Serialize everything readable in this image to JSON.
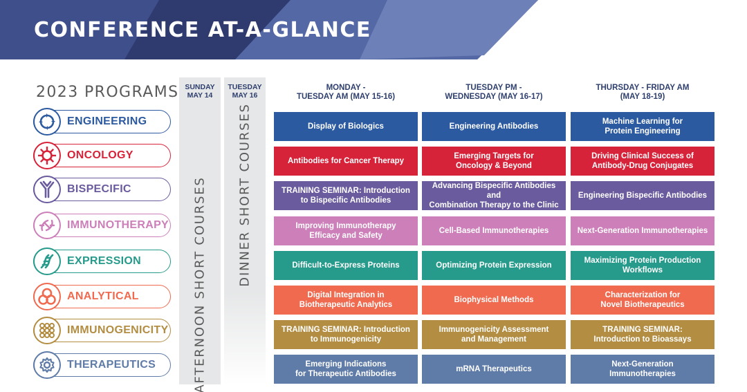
{
  "header": {
    "title": "CONFERENCE AT-A-GLANCE"
  },
  "programs_title": "2023 PROGRAMS",
  "programs": [
    {
      "label": "ENGINEERING",
      "color": "#2c5aa0",
      "icon": "cycle-arrows-icon"
    },
    {
      "label": "ONCOLOGY",
      "color": "#d6233a",
      "icon": "virus-icon"
    },
    {
      "label": "BISPECIFIC",
      "color": "#6a5a9e",
      "icon": "antibody-icon"
    },
    {
      "label": "IMMUNOTHERAPY",
      "color": "#cc7fb9",
      "icon": "immune-cell-icon"
    },
    {
      "label": "EXPRESSION",
      "color": "#269a8b",
      "icon": "dna-strand-icon"
    },
    {
      "label": "ANALYTICAL",
      "color": "#ef6a4f",
      "icon": "rings-icon"
    },
    {
      "label": "IMMUNOGENICITY",
      "color": "#b28d42",
      "icon": "dots-grid-icon"
    },
    {
      "label": "THERAPEUTICS",
      "color": "#5f7ba8",
      "icon": "gear-icon"
    }
  ],
  "short_courses": [
    {
      "heading_line1": "SUNDAY",
      "heading_line2": "MAY 14",
      "label": "AFTERNOON SHORT COURSES"
    },
    {
      "heading_line1": "TUESDAY",
      "heading_line2": "MAY 16",
      "label": "DINNER SHORT COURSES"
    }
  ],
  "days": [
    {
      "line1": "MONDAY -",
      "line2": "TUESDAY AM (MAY 15-16)"
    },
    {
      "line1": "TUESDAY PM -",
      "line2": "WEDNESDAY (MAY 16-17)"
    },
    {
      "line1": "THURSDAY - FRIDAY AM",
      "line2": "(MAY 18-19)"
    }
  ],
  "grid": [
    [
      "Display of Biologics",
      "Engineering Antibodies",
      "Machine Learning for\nProtein Engineering"
    ],
    [
      "Antibodies for Cancer Therapy",
      "Emerging Targets for\nOncology & Beyond",
      "Driving Clinical Success of\nAntibody-Drug Conjugates"
    ],
    [
      "TRAINING SEMINAR: Introduction\nto Bispecific Antibodies",
      "Advancing Bispecific Antibodies and\nCombination Therapy to the Clinic",
      "Engineering Bispecific Antibodies"
    ],
    [
      "Improving Immunotherapy\nEfficacy and Safety",
      "Cell-Based Immunotherapies",
      "Next-Generation Immunotherapies"
    ],
    [
      "Difficult-to-Express Proteins",
      "Optimizing Protein Expression",
      "Maximizing Protein Production\nWorkflows"
    ],
    [
      "Digital Integration in\nBiotherapeutic Analytics",
      "Biophysical Methods",
      "Characterization for\nNovel Biotherapeutics"
    ],
    [
      "TRAINING SEMINAR: Introduction\nto Immunogenicity",
      "Immunogenicity Assessment\nand Management",
      "TRAINING SEMINAR:\nIntroduction to Bioassays"
    ],
    [
      "Emerging Indications\nfor Therapeutic Antibodies",
      "mRNA Therapeutics",
      "Next-Generation\nImmunotherapies"
    ]
  ]
}
